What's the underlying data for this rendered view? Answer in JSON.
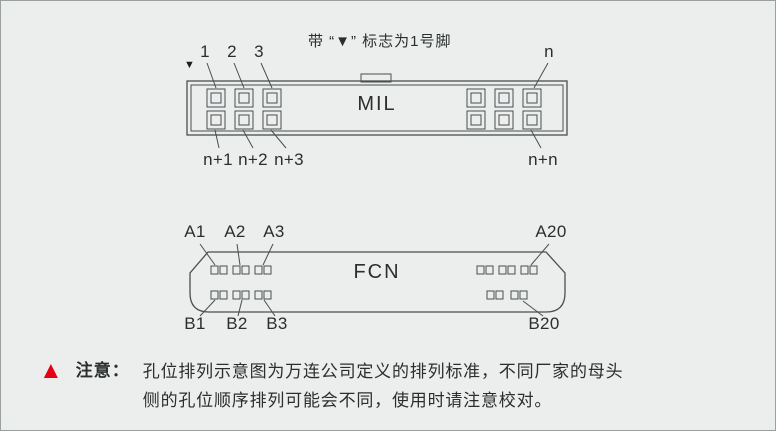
{
  "colors": {
    "background": "#ebeeed",
    "line": "#4a4e4e",
    "text": "#2b2e2e",
    "warning_red": "#e60014"
  },
  "top_diagram": {
    "pin1_note": "带 “▼” 标志为1号脚",
    "pin1_marker": "▼",
    "connector_label": "MIL",
    "top_pin_labels": [
      "1",
      "2",
      "3"
    ],
    "top_right_pin_label": "n",
    "bottom_pin_labels": [
      "n+1",
      "n+2",
      "n+3"
    ],
    "bottom_right_pin_label": "n+n"
  },
  "bottom_diagram": {
    "connector_label": "FCN",
    "top_pin_labels": [
      "A1",
      "A2",
      "A3"
    ],
    "top_right_pin_label": "A20",
    "bottom_pin_labels": [
      "B1",
      "B2",
      "B3"
    ],
    "bottom_right_pin_label": "B20"
  },
  "notice": {
    "warning_icon": "▲",
    "label": "注意：",
    "line1": "孔位排列示意图为万连公司定义的排列标准，不同厂家的母头",
    "line2": "侧的孔位顺序排列可能会不同，使用时请注意校对。"
  }
}
